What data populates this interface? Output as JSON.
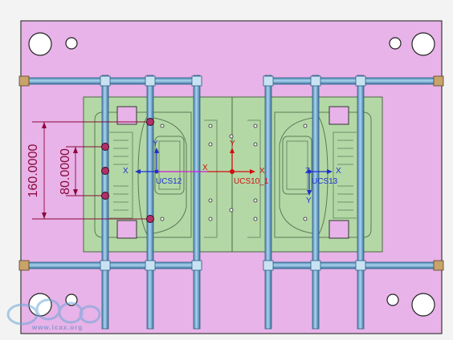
{
  "viewport": {
    "background": "#f3f3f3",
    "plate_color": "#e8b3e8",
    "insert_color": "#b3d8a6",
    "pipe_color": "#7fb6dc",
    "dimension_color": "#8a0a3a",
    "axis_color": "#1d2fd1",
    "ucs_active_color": "#d10d0d",
    "ucs_link_color": "#d11ad1"
  },
  "dimensions": {
    "outer_label": "160.0000",
    "inner_label": "80.0000"
  },
  "ucs": {
    "left": {
      "label": "UCS12",
      "x_label": "X",
      "y_label": "Y"
    },
    "center": {
      "label": "UCS10_1",
      "x_label": "X",
      "y_label": "Y",
      "x2_label": "X"
    },
    "right": {
      "label": "UCS13",
      "x_label": "X",
      "y_label": "Y",
      "z_label": "Z"
    }
  },
  "watermark": {
    "text": "www.icax.org",
    "logo": "icax-logo"
  }
}
